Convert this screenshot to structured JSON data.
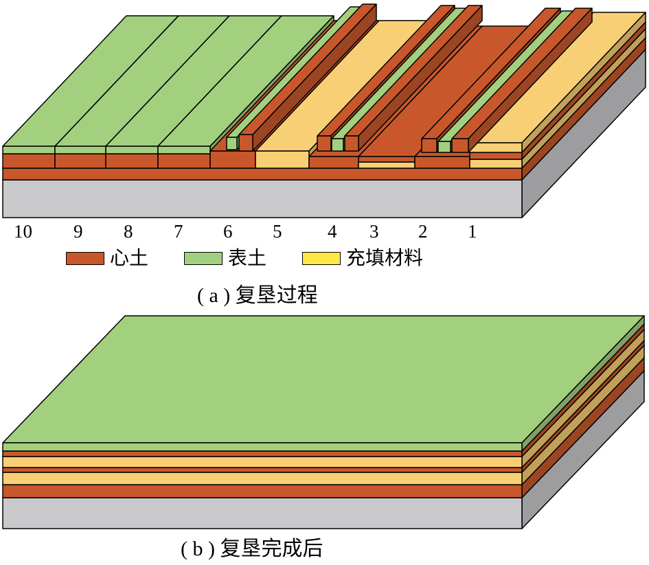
{
  "colors": {
    "subsoil": "#c8582c",
    "topsoil": "#a3d07f",
    "fill": "#f8cf74",
    "subsoil_legend": "#c8582c",
    "topsoil_legend": "#a3d07f",
    "fill_legend": "#fde845",
    "base": "#c9c8cb"
  },
  "strip_numbers": [
    "10",
    "9",
    "8",
    "7",
    "6",
    "5",
    "4",
    "3",
    "2",
    "1"
  ],
  "legend": {
    "subsoil": "心土",
    "topsoil": "表土",
    "fill": "充填材料"
  },
  "captions": {
    "a": "( a ) 复垦过程",
    "b": "( b ) 复垦完成后"
  }
}
